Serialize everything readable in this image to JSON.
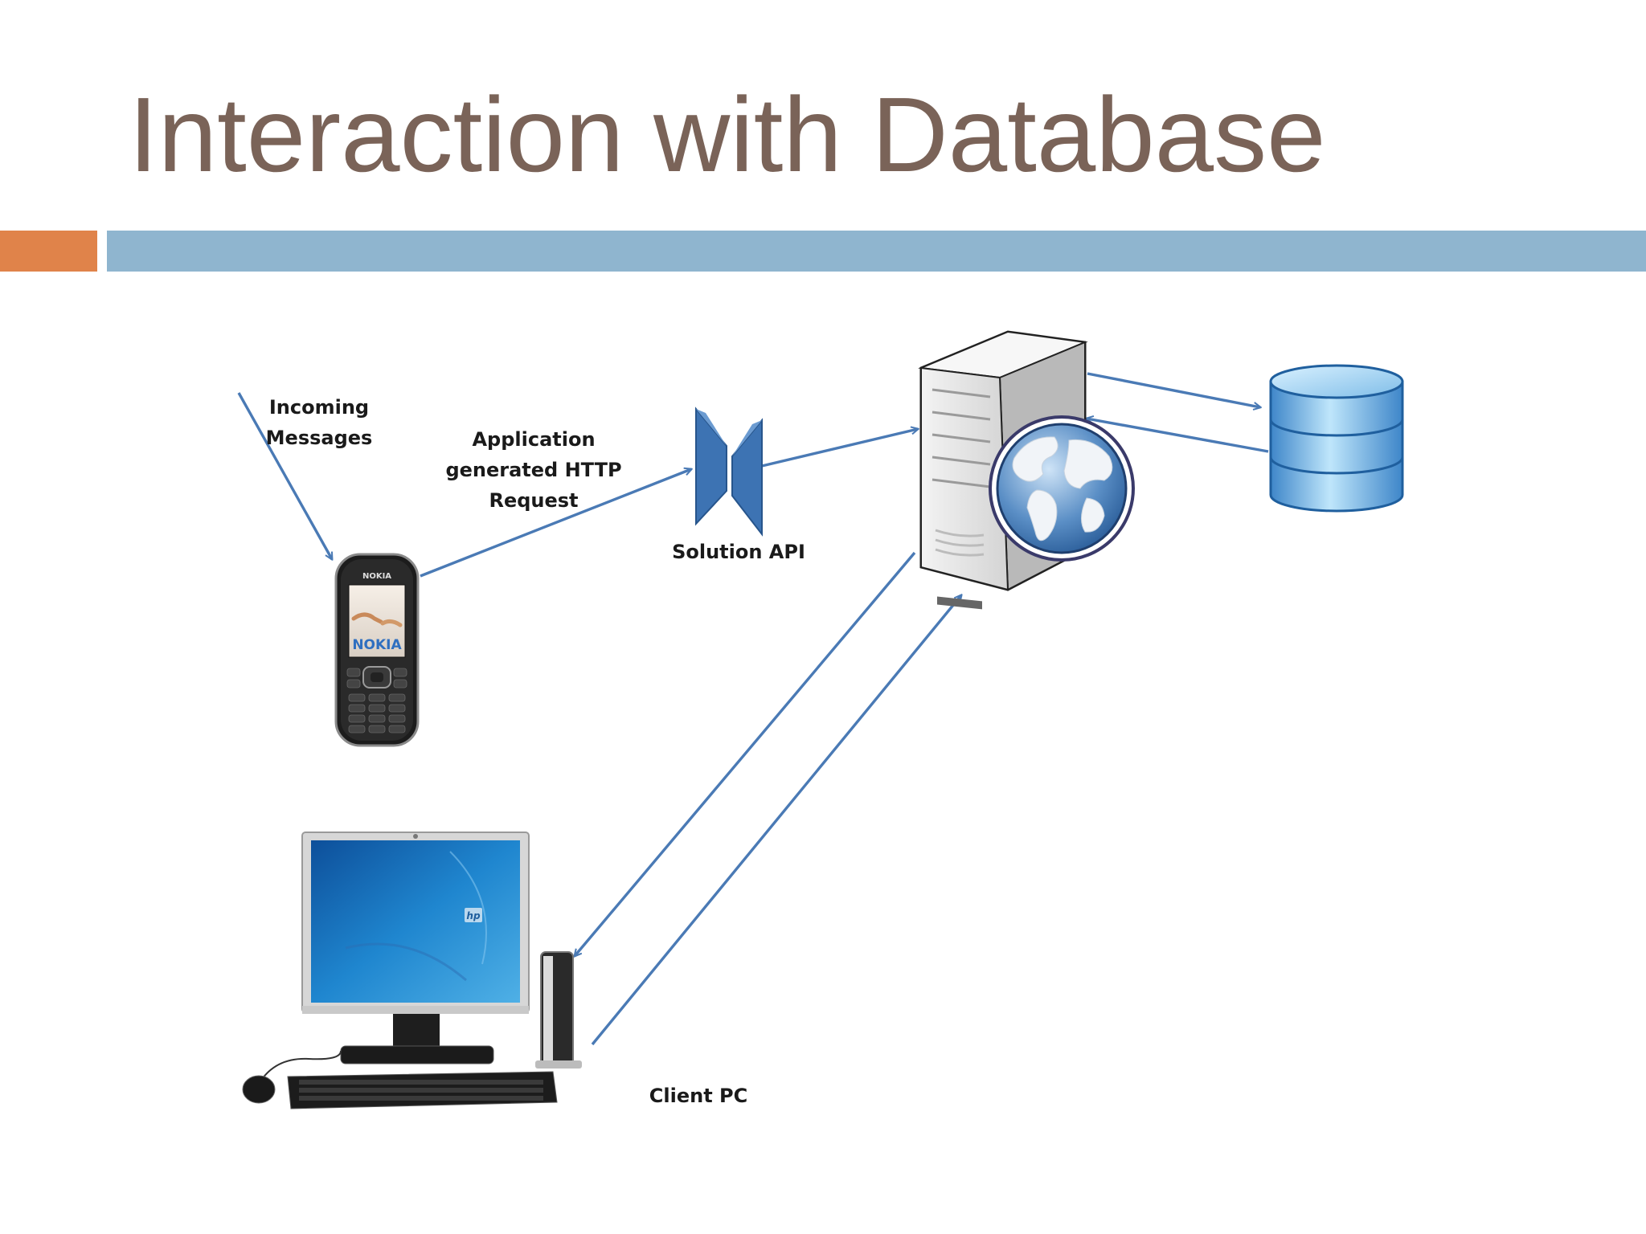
{
  "slide": {
    "title": "Interaction with Database",
    "accent_orange": "#e0834a",
    "accent_blue": "#8fb5cf"
  },
  "diagram": {
    "arrow_color": "#4a7ab5",
    "labels": {
      "incoming_line1": "Incoming",
      "incoming_line2": "Messages",
      "http_line1": "Application",
      "http_line2": "generated HTTP",
      "http_line3": "Request",
      "solution_api": "Solution API",
      "client_pc": "Client PC"
    },
    "phone": {
      "brand_top": "NOKIA",
      "brand_screen": "NOKIA"
    },
    "monitor": {
      "logo": "hp"
    },
    "icons": [
      "mobile-phone-icon",
      "api-gateway-icon",
      "web-server-icon",
      "globe-icon",
      "database-icon",
      "desktop-computer-icon"
    ]
  }
}
